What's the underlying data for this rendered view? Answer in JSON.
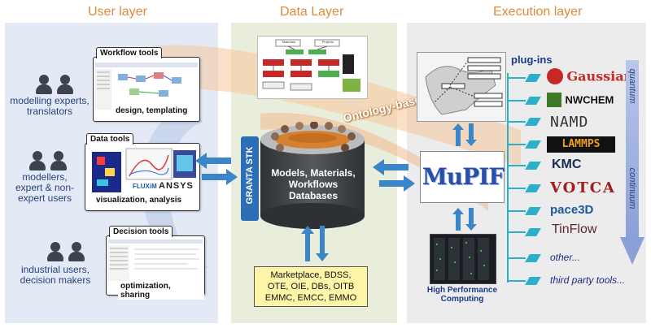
{
  "columns": {
    "user": "User layer",
    "data": "Data Layer",
    "execution": "Execution layer"
  },
  "user_layer": {
    "roles": [
      {
        "line1": "modelling experts,",
        "line2": "translators",
        "line3": ""
      },
      {
        "line1": "modellers,",
        "line2": "expert & non-",
        "line3": "expert users"
      },
      {
        "line1": "industrial users,",
        "line2": "decision makers",
        "line3": ""
      }
    ],
    "tools": [
      {
        "title": "Workflow tools",
        "caption": "design, templating"
      },
      {
        "title": "Data tools",
        "caption": "visualization, analysis",
        "logo1": "FLUXiM",
        "logo2": "ANSYS"
      },
      {
        "title": "Decision tools",
        "caption": "optimization, sharing"
      }
    ]
  },
  "data_layer": {
    "cylinder_text": [
      "Models, Materials,",
      "Workflows",
      "Databases"
    ],
    "side_label": "GRANTA STK",
    "ontology_label": "Ontology-based",
    "services_box": [
      "Marketplace, BDSS,",
      "OTE, OIE, DBs, OITB",
      "EMMC, EMCC, EMMO"
    ],
    "diagram_tiles": [
      "Materials",
      "Projects"
    ]
  },
  "execution_layer": {
    "plugins_title": "plug-ins",
    "core_logo": "MuPIF",
    "hpc_label": [
      "High Performance",
      "Computing"
    ],
    "plugins": [
      "Gaussian",
      "NWCHEM",
      "NAMD",
      "LAMMPS",
      "KMC",
      "VOTCA",
      "pace3D",
      "TinFlow",
      "other...",
      "third party tools..."
    ],
    "axis_top": "quantum",
    "axis_bottom": "continuum"
  },
  "colors": {
    "title": "#e0893a",
    "user_panel": "#e3eaf6",
    "data_panel": "#e9efdd",
    "exec_panel": "#ececec",
    "arrow": "#3a86c8",
    "plugin": "#2ab0c8",
    "role_text": "#2a3f7a"
  }
}
